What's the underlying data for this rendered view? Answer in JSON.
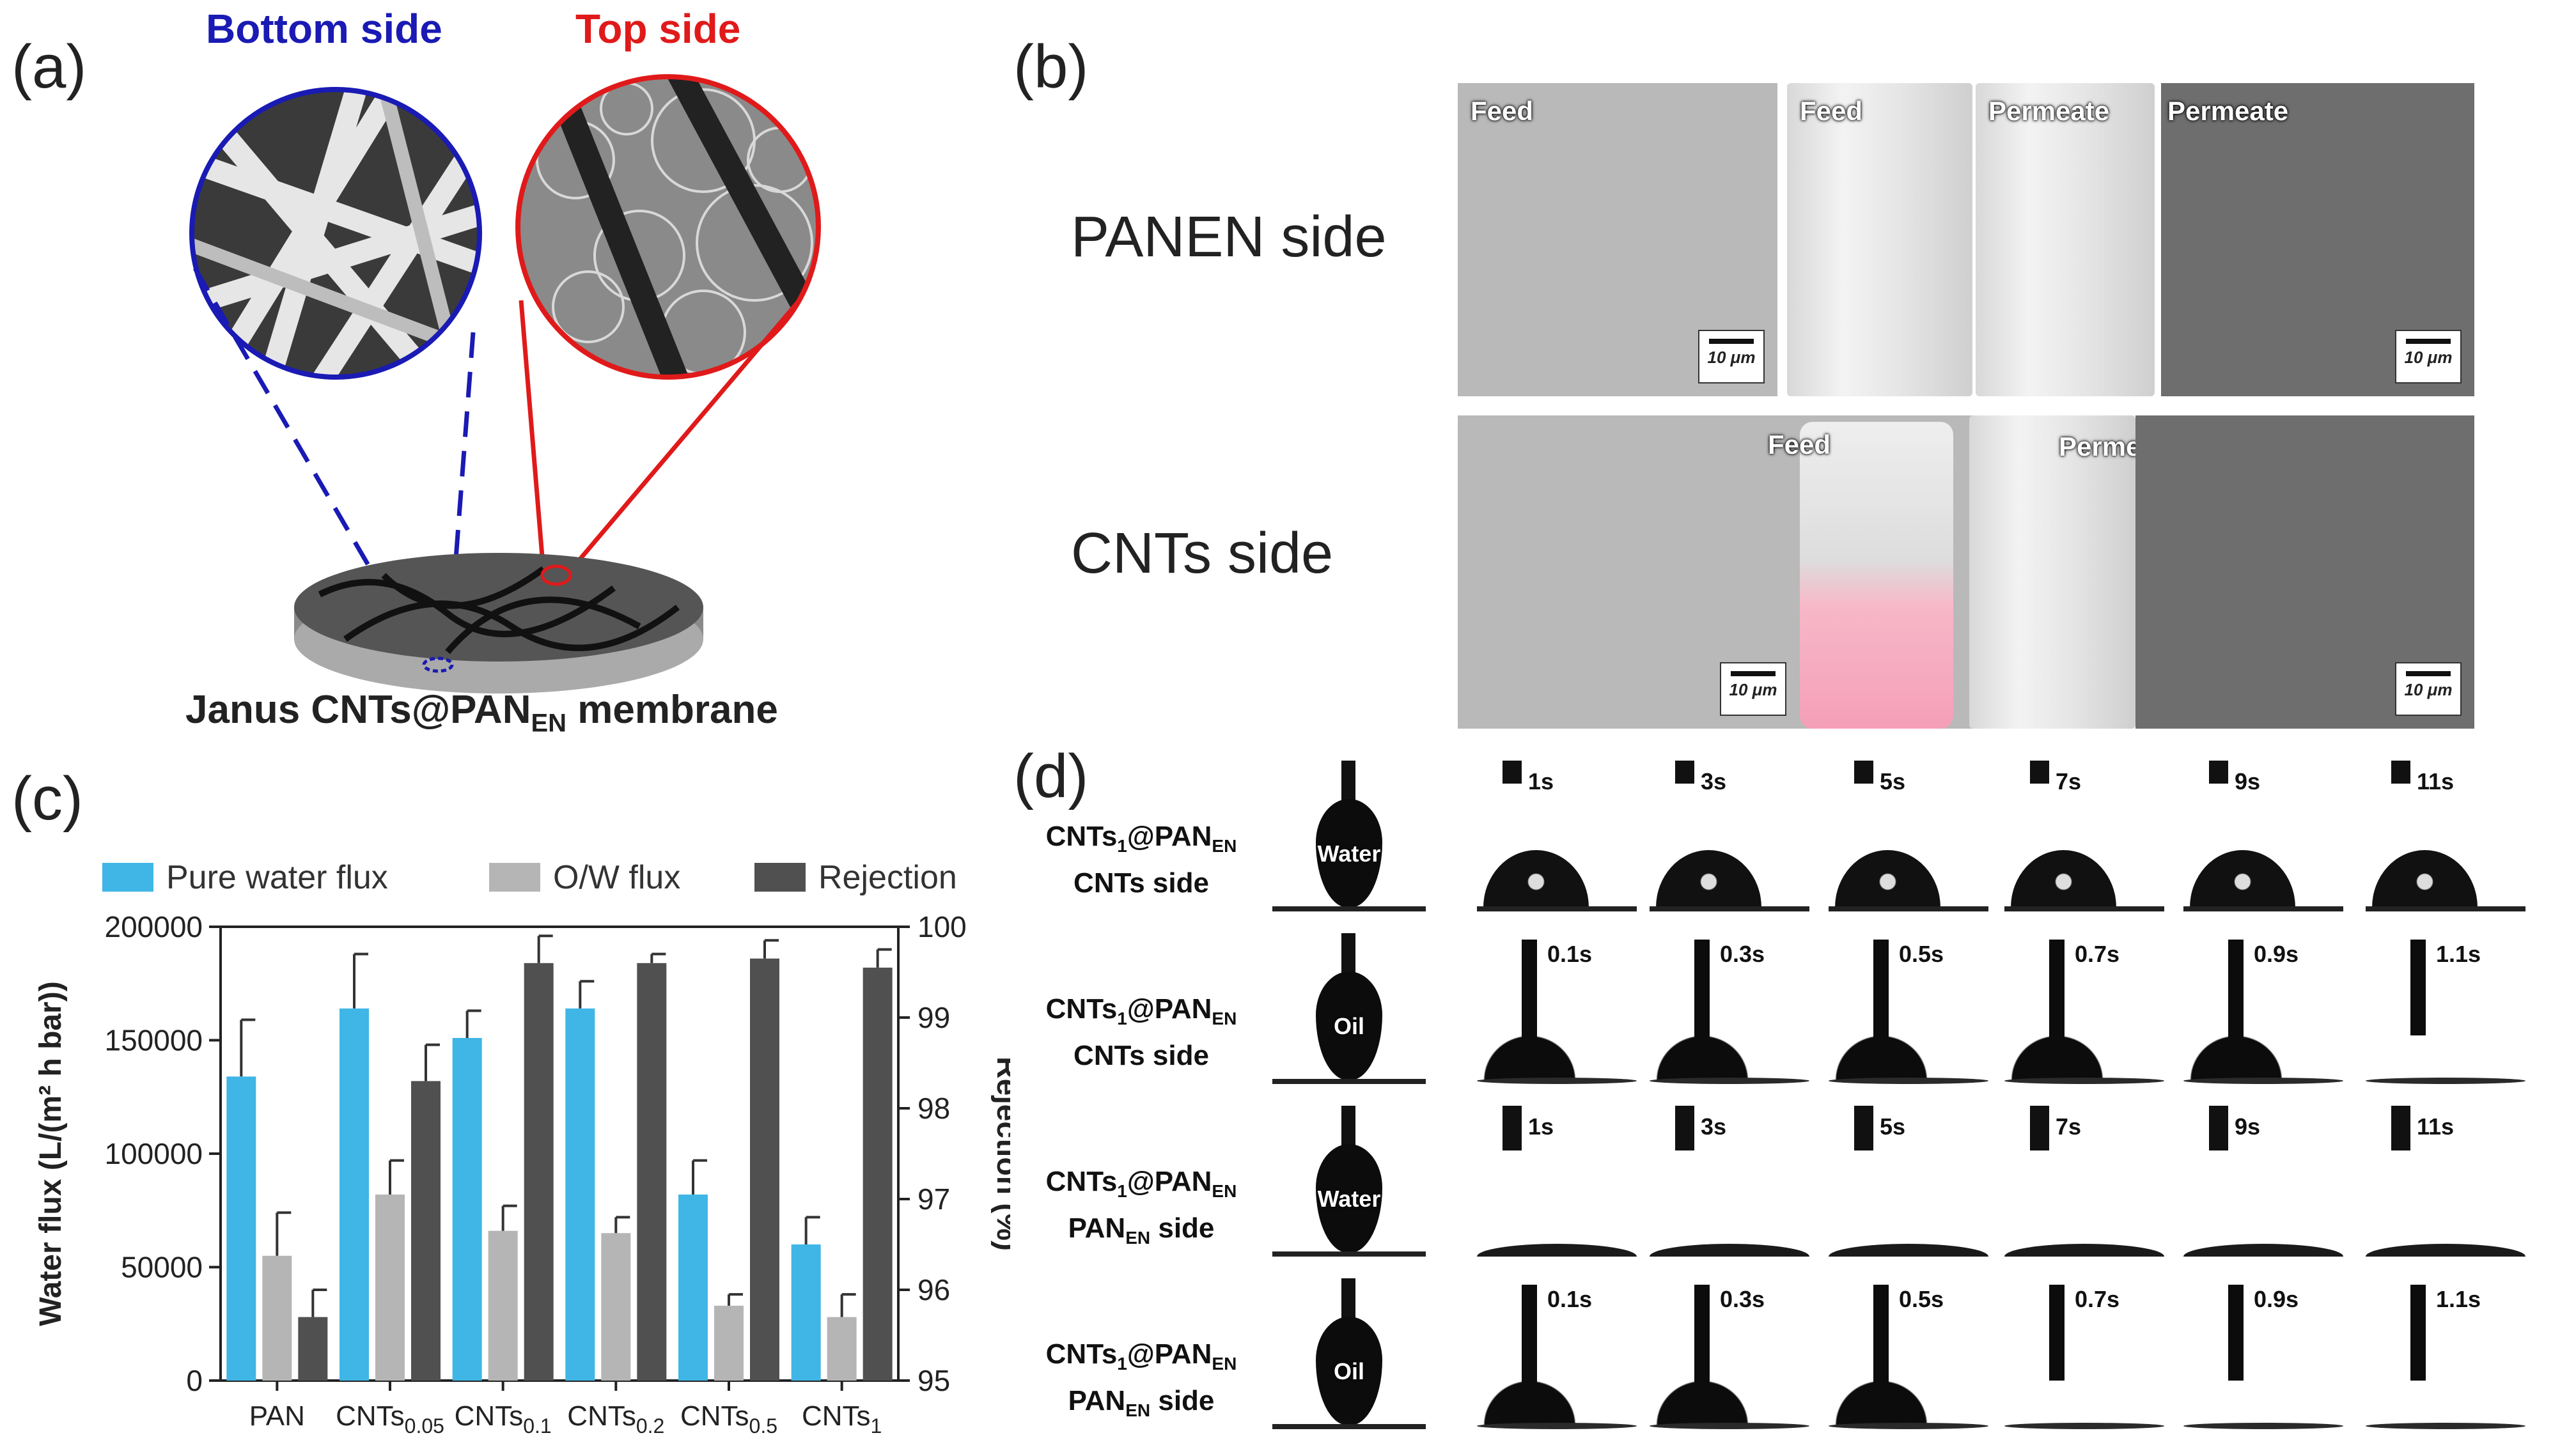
{
  "panels": {
    "a": {
      "label": "(a)",
      "bottom_title": "Bottom side",
      "top_title": "Top side",
      "caption_main": "Janus CNTs@PAN",
      "caption_sub": "EN",
      "caption_end": " membrane",
      "colors": {
        "bottom": "#1a1ab4",
        "top": "#e01a1a"
      }
    },
    "b": {
      "label": "(b)",
      "rows": [
        {
          "label": "PANEN side",
          "captions": [
            "Feed",
            "Feed",
            "Permeate",
            "Permeate"
          ],
          "scale_left": "10 μm",
          "scale_right": "10 μm"
        },
        {
          "label": "CNTs side",
          "captions": [
            "Feed",
            "Permeate"
          ],
          "scale_left": "10 μm",
          "scale_right": "10 μm"
        }
      ]
    },
    "c": {
      "label": "(c)"
    },
    "d": {
      "label": "(d)",
      "rows": [
        {
          "l1": "CNTs",
          "l1sub": "1",
          "l1b": "@PAN",
          "l1sub2": "EN",
          "l2": "CNTs side",
          "drop": "Water",
          "times": [
            "1s",
            "3s",
            "5s",
            "7s",
            "9s",
            "11s"
          ]
        },
        {
          "l1": "CNTs",
          "l1sub": "1",
          "l1b": "@PAN",
          "l1sub2": "EN",
          "l2": "CNTs side",
          "drop": "Oil",
          "times": [
            "0.1s",
            "0.3s",
            "0.5s",
            "0.7s",
            "0.9s",
            "1.1s"
          ]
        },
        {
          "l1": "CNTs",
          "l1sub": "1",
          "l1b": "@PAN",
          "l1sub2": "EN",
          "l2": "PAN",
          "l2sub": "EN",
          "l2b": " side",
          "drop": "Water",
          "times": [
            "1s",
            "3s",
            "5s",
            "7s",
            "9s",
            "11s"
          ]
        },
        {
          "l1": "CNTs",
          "l1sub": "1",
          "l1b": "@PAN",
          "l1sub2": "EN",
          "l2": "PAN",
          "l2sub": "EN",
          "l2b": " side",
          "drop": "Oil",
          "times": [
            "0.1s",
            "0.3s",
            "0.5s",
            "0.7s",
            "0.9s",
            "1.1s"
          ]
        }
      ]
    }
  },
  "chart_data": {
    "type": "bar",
    "legend": [
      "Pure water flux",
      "O/W flux",
      "Rejection"
    ],
    "legend_placement": "top",
    "colors": {
      "pure": "#3fb6e6",
      "ow": "#b5b5b5",
      "rej": "#505050"
    },
    "categories": [
      {
        "base": "PAN",
        "sub": ""
      },
      {
        "base": "CNTs",
        "sub": "0.05"
      },
      {
        "base": "CNTs",
        "sub": "0.1"
      },
      {
        "base": "CNTs",
        "sub": "0.2"
      },
      {
        "base": "CNTs",
        "sub": "0.5"
      },
      {
        "base": "CNTs",
        "sub": "1"
      }
    ],
    "ylabel": "Water flux (L/(m² h bar))",
    "y2label": "Rejection (%)",
    "ylim": [
      0,
      200000
    ],
    "y2lim": [
      95,
      100
    ],
    "yticks": [
      "0",
      "50000",
      "100000",
      "150000",
      "200000"
    ],
    "y2ticks": [
      "95",
      "96",
      "97",
      "98",
      "99",
      "100"
    ],
    "series": [
      {
        "name": "Pure water flux",
        "axis": "left",
        "values": [
          134000,
          164000,
          151000,
          164000,
          82000,
          60000
        ],
        "errors": [
          25000,
          24000,
          12000,
          12000,
          15000,
          12000
        ]
      },
      {
        "name": "O/W flux",
        "axis": "left",
        "values": [
          55000,
          82000,
          66000,
          65000,
          33000,
          28000
        ],
        "errors": [
          19000,
          15000,
          11000,
          7000,
          5000,
          10000
        ]
      },
      {
        "name": "Rejection",
        "axis": "right",
        "values": [
          95.7,
          98.3,
          99.6,
          99.6,
          99.65,
          99.55
        ],
        "errors": [
          0.3,
          0.4,
          0.3,
          0.1,
          0.2,
          0.2
        ]
      }
    ]
  }
}
